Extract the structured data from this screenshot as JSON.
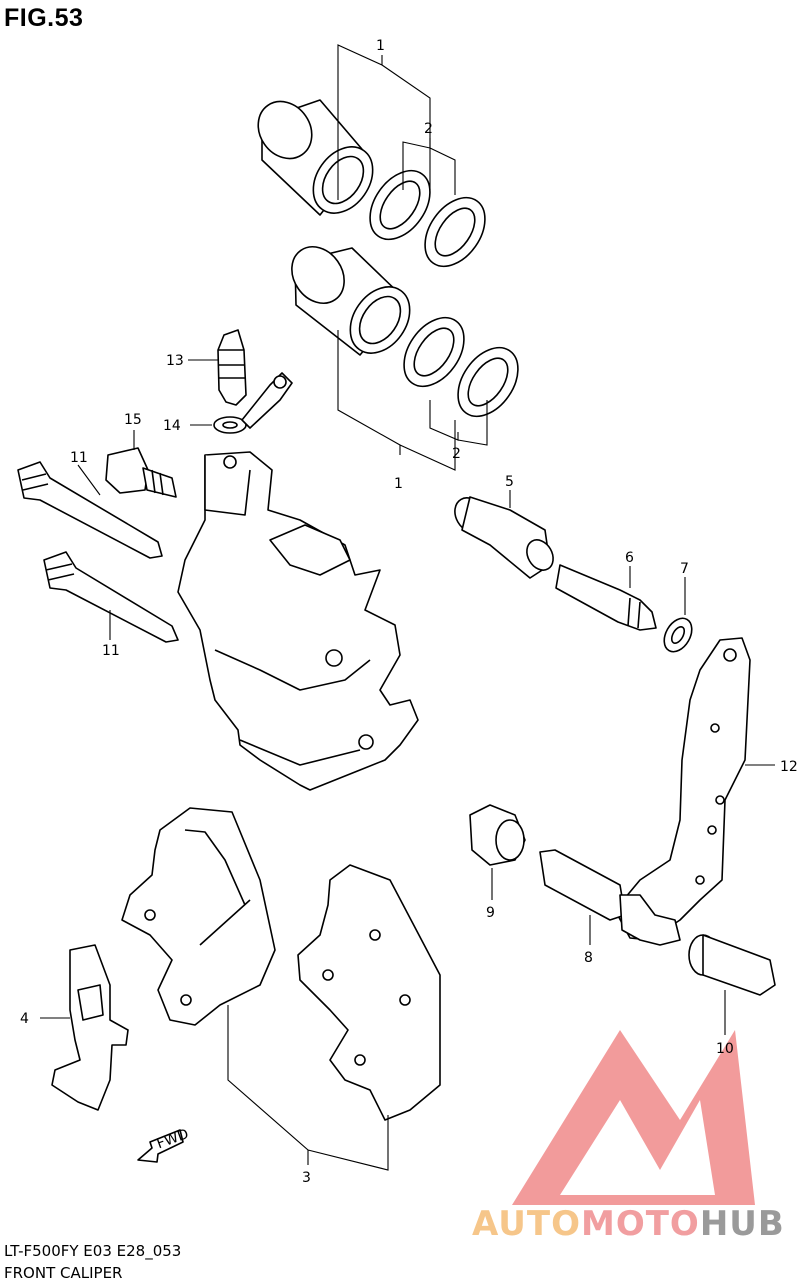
{
  "figure": {
    "title": "FIG.53",
    "model_code": "LT-F500FY E03 E28_053",
    "caption": "FRONT CALIPER"
  },
  "callouts": [
    "1",
    "2",
    "2",
    "1",
    "13",
    "14",
    "15",
    "11",
    "11",
    "5",
    "6",
    "7",
    "12",
    "9",
    "8",
    "10",
    "4",
    "3"
  ],
  "fwd_arrow_label": "FWD",
  "watermark": {
    "part1": "AUTO",
    "part2": "MOTO",
    "part3": "HUB",
    "colors": {
      "part1": "#f6c68a",
      "part2": "#f19ea0",
      "part3": "#9a9a9a",
      "logo": "#f08a8a"
    }
  }
}
